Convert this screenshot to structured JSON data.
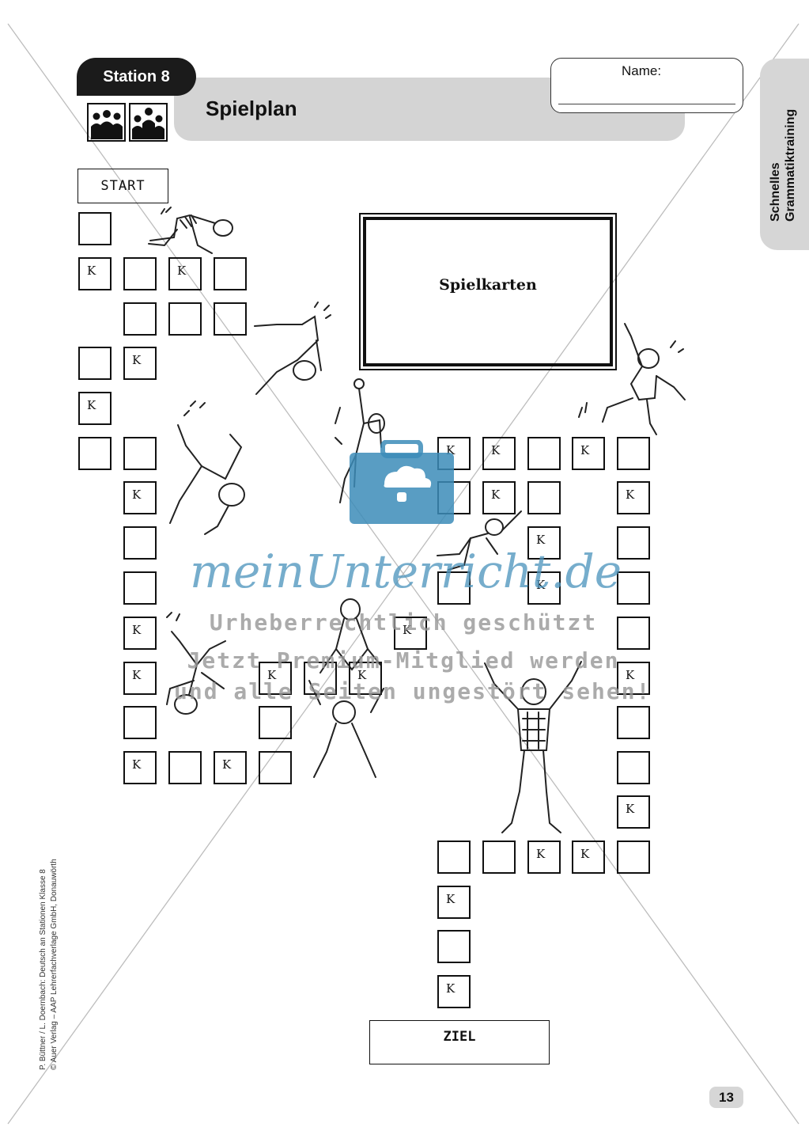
{
  "header": {
    "station_label": "Station 8",
    "title": "Spielplan",
    "name_label": "Name:"
  },
  "side_tab": {
    "line1": "Schnelles",
    "line2": "Grammatiktraining"
  },
  "board": {
    "start_label": "START",
    "goal_label": "ZIEL",
    "cards_label": "Spielkarten",
    "card_marker": "K",
    "fields": [
      {
        "col": 0,
        "row": 0,
        "k": false
      },
      {
        "col": 0,
        "row": 1,
        "k": true
      },
      {
        "col": 1,
        "row": 1,
        "k": false
      },
      {
        "col": 2,
        "row": 1,
        "k": true
      },
      {
        "col": 3,
        "row": 1,
        "k": false
      },
      {
        "col": 1,
        "row": 2,
        "k": false
      },
      {
        "col": 2,
        "row": 2,
        "k": false
      },
      {
        "col": 3,
        "row": 2,
        "k": false
      },
      {
        "col": 0,
        "row": 3,
        "k": false
      },
      {
        "col": 1,
        "row": 3,
        "k": true
      },
      {
        "col": 0,
        "row": 4,
        "k": true
      },
      {
        "col": 0,
        "row": 5,
        "k": false
      },
      {
        "col": 1,
        "row": 5,
        "k": false
      },
      {
        "col": 1,
        "row": 6,
        "k": true
      },
      {
        "col": 1,
        "row": 7,
        "k": false
      },
      {
        "col": 1,
        "row": 8,
        "k": false
      },
      {
        "col": 1,
        "row": 9,
        "k": true
      },
      {
        "col": 1,
        "row": 10,
        "k": true
      },
      {
        "col": 4,
        "row": 10,
        "k": true
      },
      {
        "col": 5,
        "row": 10,
        "k": false
      },
      {
        "col": 6,
        "row": 10,
        "k": true
      },
      {
        "col": 1,
        "row": 11,
        "k": false
      },
      {
        "col": 4,
        "row": 11,
        "k": false
      },
      {
        "col": 1,
        "row": 12,
        "k": true
      },
      {
        "col": 2,
        "row": 12,
        "k": false
      },
      {
        "col": 3,
        "row": 12,
        "k": true
      },
      {
        "col": 4,
        "row": 12,
        "k": false
      },
      {
        "col": 8,
        "row": 5,
        "k": true
      },
      {
        "col": 9,
        "row": 5,
        "k": true
      },
      {
        "col": 10,
        "row": 5,
        "k": false
      },
      {
        "col": 11,
        "row": 5,
        "k": true
      },
      {
        "col": 12,
        "row": 5,
        "k": false
      },
      {
        "col": 8,
        "row": 6,
        "k": false
      },
      {
        "col": 9,
        "row": 6,
        "k": true
      },
      {
        "col": 10,
        "row": 6,
        "k": false
      },
      {
        "col": 12,
        "row": 6,
        "k": true
      },
      {
        "col": 10,
        "row": 7,
        "k": true
      },
      {
        "col": 12,
        "row": 7,
        "k": false
      },
      {
        "col": 8,
        "row": 8,
        "k": false
      },
      {
        "col": 10,
        "row": 8,
        "k": true
      },
      {
        "col": 12,
        "row": 8,
        "k": false
      },
      {
        "col": 7,
        "row": 9,
        "k": true
      },
      {
        "col": 12,
        "row": 9,
        "k": false
      },
      {
        "col": 12,
        "row": 10,
        "k": true
      },
      {
        "col": 12,
        "row": 11,
        "k": false
      },
      {
        "col": 12,
        "row": 12,
        "k": false
      },
      {
        "col": 12,
        "row": 13,
        "k": true
      },
      {
        "col": 8,
        "row": 14,
        "k": false
      },
      {
        "col": 9,
        "row": 14,
        "k": false
      },
      {
        "col": 10,
        "row": 14,
        "k": true
      },
      {
        "col": 11,
        "row": 14,
        "k": true
      },
      {
        "col": 12,
        "row": 14,
        "k": false
      },
      {
        "col": 8,
        "row": 15,
        "k": true
      },
      {
        "col": 8,
        "row": 16,
        "k": false
      },
      {
        "col": 8,
        "row": 17,
        "k": true
      }
    ]
  },
  "watermark": {
    "brand": "meinUnterricht.de",
    "line1": "Urheberrechtlich geschützt",
    "line2": "Jetzt Premium-Mitglied werden",
    "line3": "und alle Seiten ungestört sehen!"
  },
  "footer": {
    "credit_line1": "P. Büttner / L. Doernbach: Deutsch an Stationen Klasse 8",
    "credit_line2": "© Auer Verlag – AAP Lehrerfachverlage GmbH, Donauwörth",
    "page_number": "13"
  },
  "icons": [
    "group-work-icon",
    "briefcase-cloud-icon"
  ],
  "colors": {
    "station_tab": "#1b1b1b",
    "title_bar": "#d4d4d4",
    "watermark_brand": "#5096be"
  }
}
